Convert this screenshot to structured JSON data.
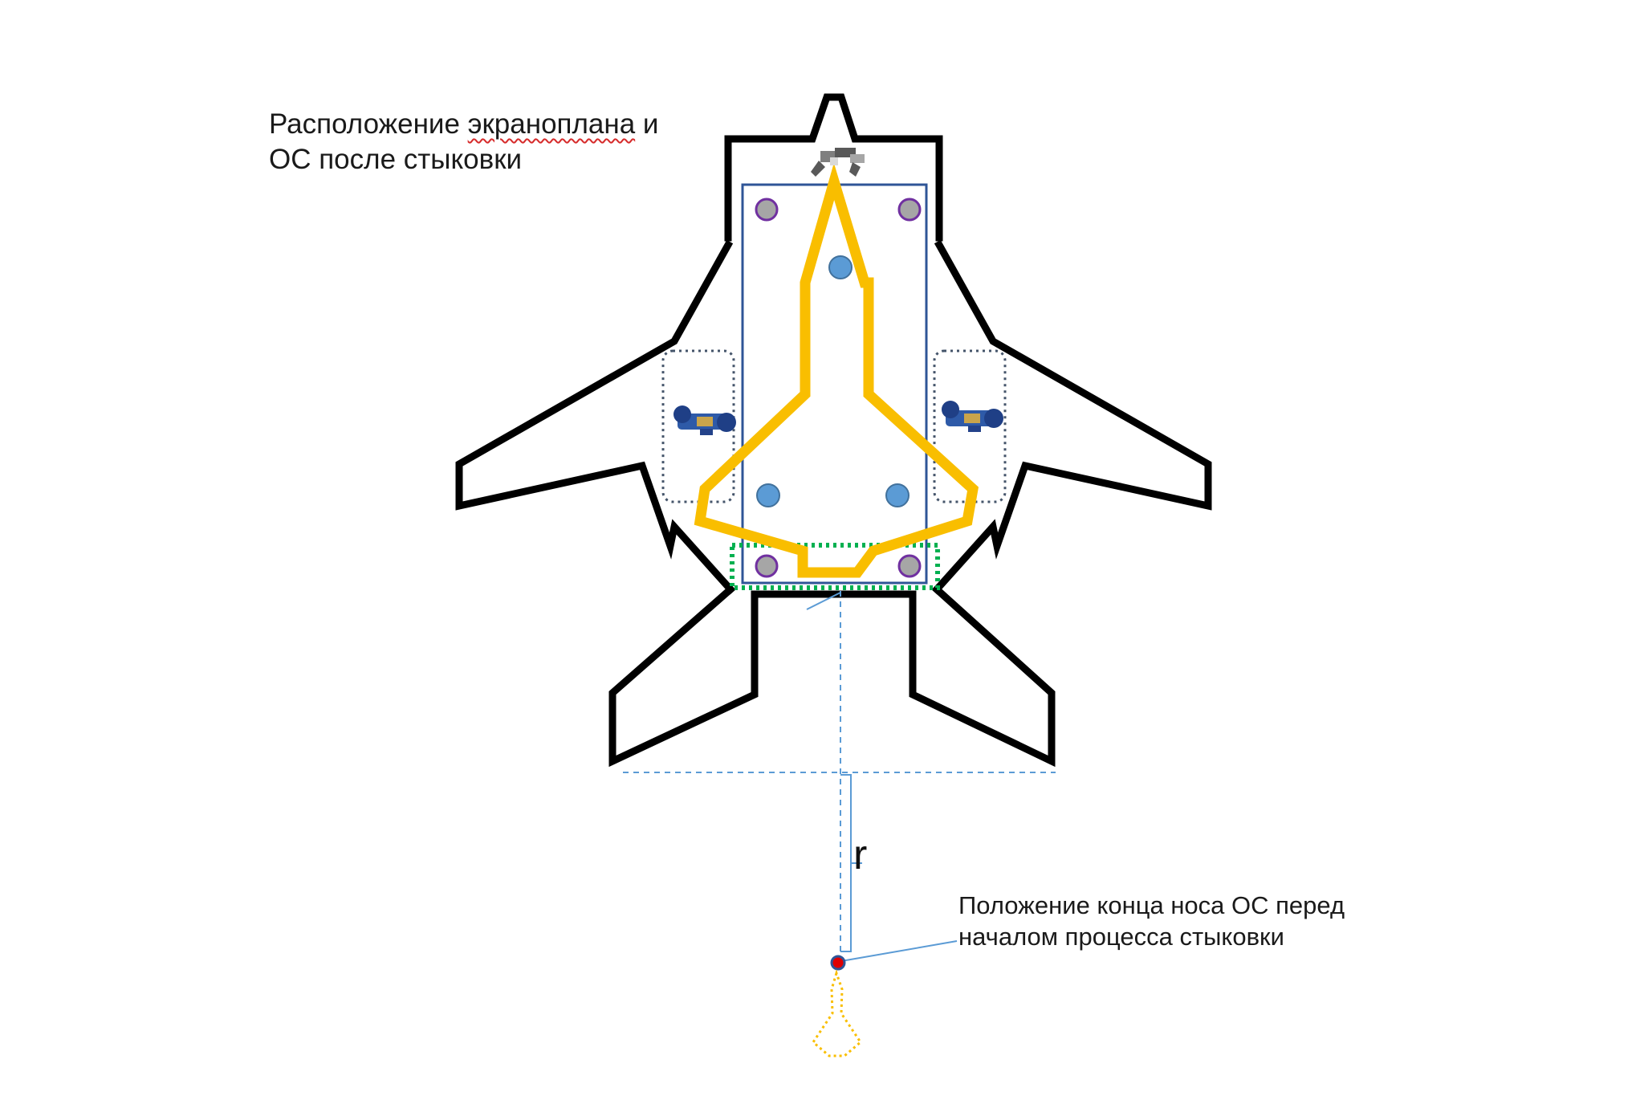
{
  "captions": {
    "after_docking": {
      "line1_before": "Расположение ",
      "line1_word": "экраноплана",
      "line1_after": " и",
      "line2": "ОС после стыковки"
    },
    "nose_position": {
      "line1": "Положение конца носа ОС перед",
      "line2": "началом процесса стыковки"
    },
    "distance_label": "r"
  },
  "colors": {
    "ekranoplan_outline": "#000000",
    "orbital_ship_outline": "#F9BE00",
    "hangar_frame": "#2F5597",
    "blue_markers": "#5B9BD5",
    "gray_markers": "#A6A6A6",
    "purple_marker_border": "#7030A0",
    "docking_zone": "#00B050",
    "nose_point": "#E00000",
    "dashed_guides": "#5B9BD5"
  },
  "icons": {
    "docking_mechanism": "gripper-icon",
    "left_engine": "engine-icon",
    "right_engine": "engine-icon"
  }
}
